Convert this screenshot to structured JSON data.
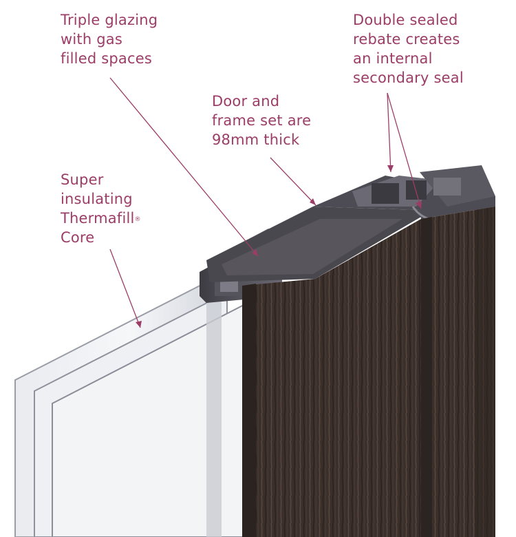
{
  "colors": {
    "accent": "#9c3d67",
    "wood": "#3b302b",
    "frame": "#4c4a52",
    "glass": "#eef0f3"
  },
  "labels": {
    "glazing": [
      "Triple glazing",
      "with gas",
      "filled spaces"
    ],
    "rebate": [
      "Double sealed",
      "rebate creates",
      "an internal",
      "secondary seal"
    ],
    "thickness": [
      "Door and",
      "frame set are",
      "98mm thick"
    ],
    "core": {
      "lines": [
        "Super",
        "insulating",
        "Thermafill",
        "Core"
      ],
      "mark": "®"
    }
  }
}
